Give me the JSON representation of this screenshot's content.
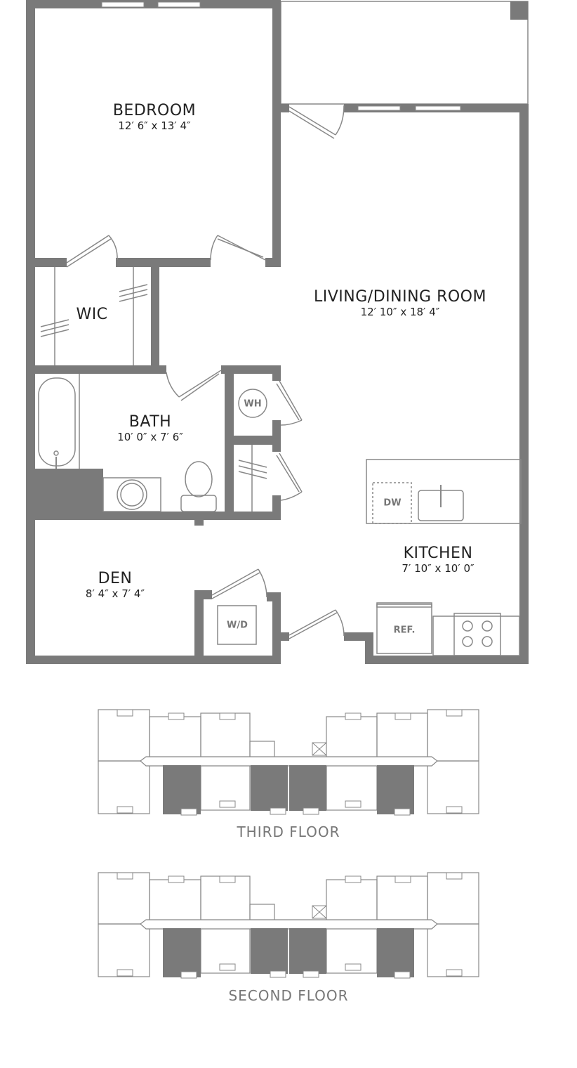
{
  "rooms": [
    {
      "name": "BEDROOM",
      "size": "12′ 6″ x 13′ 4″"
    },
    {
      "name": "WIC",
      "size": ""
    },
    {
      "name": "LIVING/DINING ROOM",
      "size": "12′ 10″ x 18′ 4″"
    },
    {
      "name": "BATH",
      "size": "10′ 0″ x 7′ 6″"
    },
    {
      "name": "KITCHEN",
      "size": "7′ 10″ x 10′ 0″"
    },
    {
      "name": "DEN",
      "size": "8′ 4″ x 7′ 4″"
    }
  ],
  "fixtures": {
    "wh": "WH",
    "dw": "DW",
    "wd": "W/D",
    "ref": "REF."
  },
  "floors": [
    "THIRD FLOOR",
    "SECOND FLOOR"
  ],
  "colors": {
    "wall": "#7a7a7a",
    "text": "#222222",
    "highlight": "#7a7a7a"
  }
}
